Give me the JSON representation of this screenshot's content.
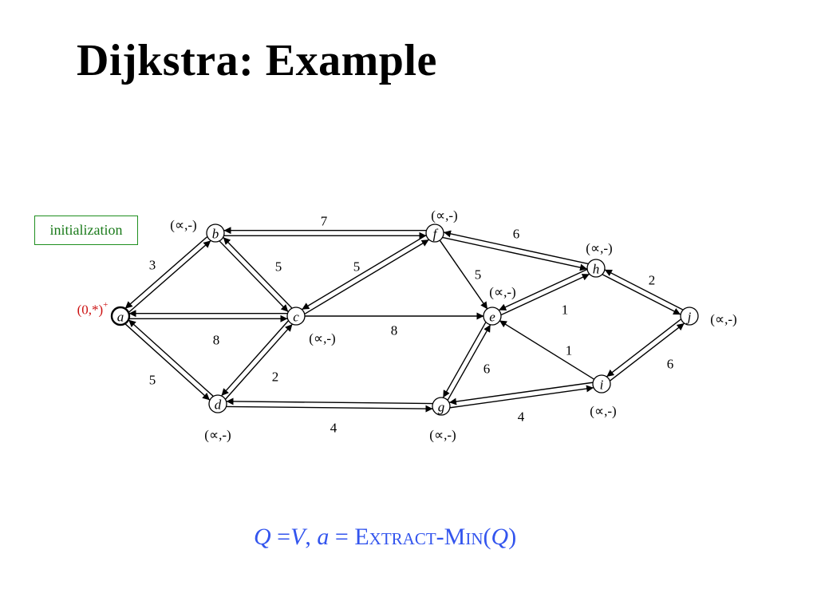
{
  "title": "Dijkstra: Example",
  "step_label": "initialization",
  "colors": {
    "source_label": "#cc1111",
    "step_box": "#1f8f1f",
    "formula": "#3355ee"
  },
  "graph": {
    "nodes": [
      {
        "id": "a",
        "label": "a",
        "dist_label": "(0,*)",
        "dist_mark": "+",
        "source": true
      },
      {
        "id": "b",
        "label": "b",
        "dist_label": "(∝,-)"
      },
      {
        "id": "c",
        "label": "c",
        "dist_label": "(∝,-)"
      },
      {
        "id": "d",
        "label": "d",
        "dist_label": "(∝,-)"
      },
      {
        "id": "e",
        "label": "e",
        "dist_label": "(∝,-)"
      },
      {
        "id": "f",
        "label": "f",
        "dist_label": "(∝,-)"
      },
      {
        "id": "g",
        "label": "g",
        "dist_label": "(∝,-)"
      },
      {
        "id": "h",
        "label": "h",
        "dist_label": "(∝,-)"
      },
      {
        "id": "i",
        "label": "i",
        "dist_label": "(∝,-)"
      },
      {
        "id": "j",
        "label": "j",
        "dist_label": "(∝,-)"
      }
    ],
    "edges": [
      {
        "from": "a",
        "to": "b",
        "weight": "3",
        "bidirectional": true
      },
      {
        "from": "a",
        "to": "c",
        "weight": "8",
        "bidirectional": true
      },
      {
        "from": "a",
        "to": "d",
        "weight": "5",
        "bidirectional": true
      },
      {
        "from": "b",
        "to": "f",
        "weight": "7",
        "bidirectional": true
      },
      {
        "from": "b",
        "to": "c",
        "weight": "5",
        "bidirectional": true
      },
      {
        "from": "c",
        "to": "f",
        "weight": "5",
        "bidirectional": true
      },
      {
        "from": "c",
        "to": "e",
        "weight": "8",
        "bidirectional": false
      },
      {
        "from": "c",
        "to": "d",
        "weight": "2",
        "bidirectional": true
      },
      {
        "from": "d",
        "to": "g",
        "weight": "4",
        "bidirectional": true
      },
      {
        "from": "f",
        "to": "h",
        "weight": "6",
        "bidirectional": true
      },
      {
        "from": "f",
        "to": "e",
        "weight": "5",
        "bidirectional": false
      },
      {
        "from": "h",
        "to": "e",
        "weight": "1",
        "bidirectional": true
      },
      {
        "from": "h",
        "to": "j",
        "weight": "2",
        "bidirectional": true
      },
      {
        "from": "i",
        "to": "e",
        "weight": "1",
        "bidirectional": false
      },
      {
        "from": "e",
        "to": "g",
        "weight": "6",
        "bidirectional": true
      },
      {
        "from": "g",
        "to": "i",
        "weight": "4",
        "bidirectional": true
      },
      {
        "from": "j",
        "to": "i",
        "weight": "6",
        "bidirectional": true
      }
    ]
  },
  "formula": {
    "q1": "Q",
    "eq1": " =",
    "v": "V",
    "comma": ", ",
    "a": "a",
    "eq2": " = ",
    "e_cap": "E",
    "xtract": "xtract",
    "dash": "-",
    "m_cap": "M",
    "in": "in",
    "paren_open": "(",
    "q2": "Q",
    "paren_close": ")"
  }
}
